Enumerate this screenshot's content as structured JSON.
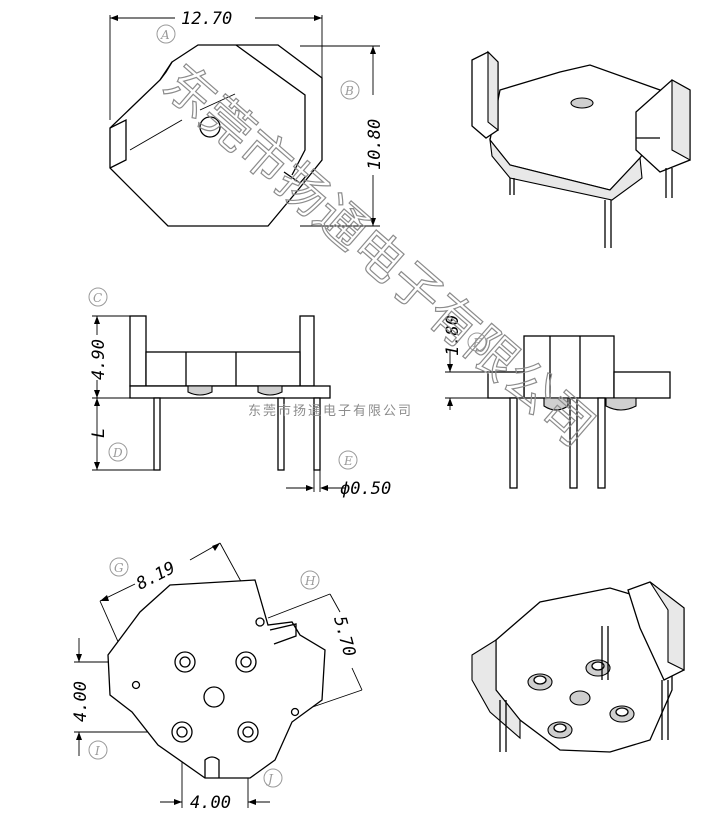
{
  "dimensions": {
    "width_top": "12.70",
    "height_top": "10.80",
    "base_height": "4.90",
    "pin_length": "L",
    "pin_diameter": "ϕ0.50",
    "pin_offset": "1.80",
    "diag_span": "8.19",
    "side_span": "5.70",
    "row_pitch": "4.00",
    "col_pitch": "4.00"
  },
  "markers": [
    "A",
    "B",
    "C",
    "D",
    "E",
    "F",
    "G",
    "H",
    "I",
    "J"
  ],
  "watermark": {
    "large": "东莞市扬通电子有限公司",
    "small": "东莞市扬通电子有限公司"
  }
}
